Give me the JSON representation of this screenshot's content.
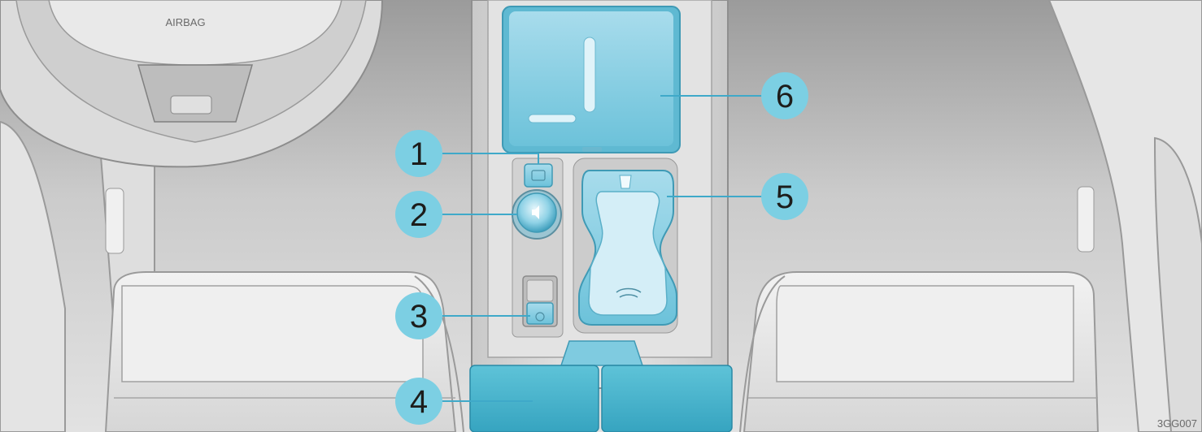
{
  "airbag_label": "AIRBAG",
  "figure_code": "3GG007",
  "colors": {
    "highlight": "#7ccfe3",
    "highlight_dark": "#3fa9c9",
    "callout_line": "#3fa9c9",
    "interior_gray": "#d8d8d8"
  },
  "callouts": [
    {
      "number": "1",
      "part": "camera-button"
    },
    {
      "number": "2",
      "part": "volume-knob"
    },
    {
      "number": "3",
      "part": "parking-brake-switch"
    },
    {
      "number": "4",
      "part": "storage-compartment"
    },
    {
      "number": "5",
      "part": "cup-holder"
    },
    {
      "number": "6",
      "part": "wireless-charging-pad"
    }
  ]
}
